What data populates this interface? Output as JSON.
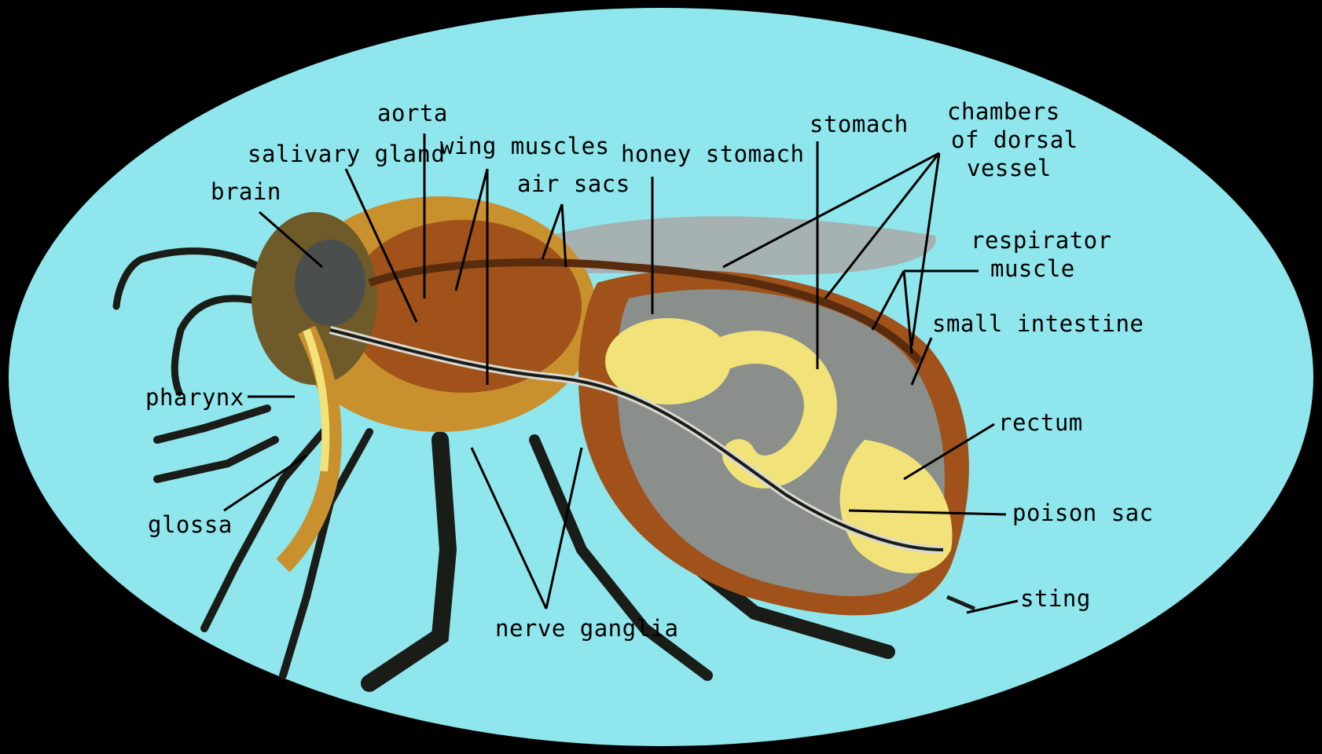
{
  "colors": {
    "background": "#000000",
    "oval": "#8fe6ec",
    "body_brown": "#a0521a",
    "fur": "#c9902e",
    "yellow": "#f2e27a",
    "dark": "#1a1c18",
    "wing": "#a9abab",
    "leader": "#000000"
  },
  "labels": {
    "aorta": "aorta",
    "salivary_gland": "salivary gland",
    "wing_muscles": "wing muscles",
    "honey_stomach": "honey stomach",
    "stomach": "stomach",
    "chambers_1": "chambers",
    "chambers_2": "of dorsal",
    "chambers_3": "vessel",
    "brain": "brain",
    "air_sacs": "air sacs",
    "respirator_1": "respirator",
    "respirator_2": "muscle",
    "small_intestine": "small intestine",
    "pharynx": "pharynx",
    "rectum": "rectum",
    "poison_sac": "poison sac",
    "glossa": "glossa",
    "sting": "sting",
    "nerve_ganglia": "nerve ganglia"
  }
}
